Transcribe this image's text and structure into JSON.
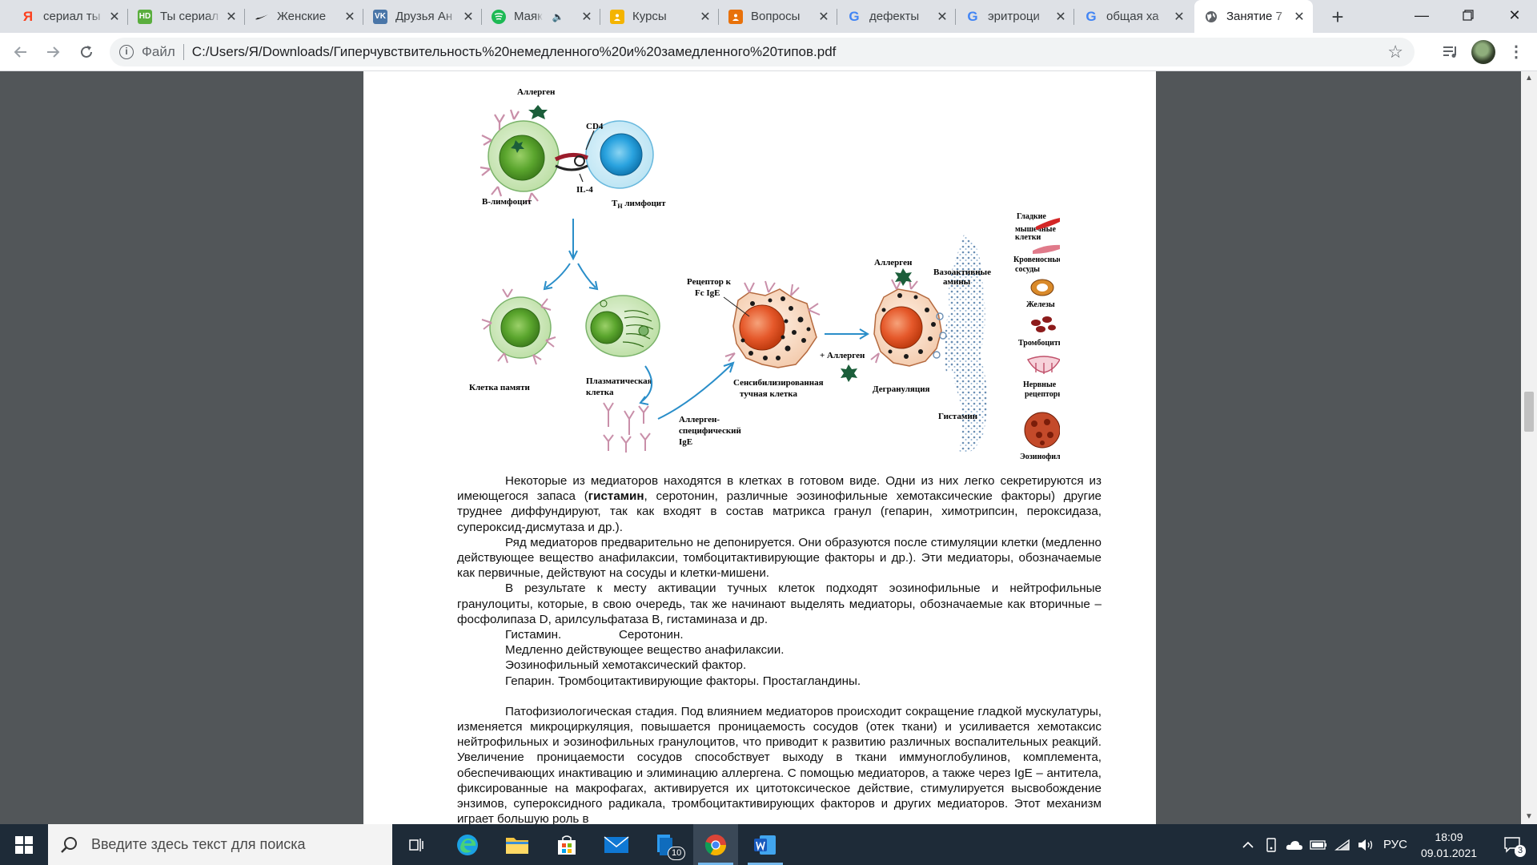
{
  "browser": {
    "tabs": [
      {
        "title": "сериал ты",
        "icon": "yandex-icon",
        "color": "#fc3f1d"
      },
      {
        "title": "Ты сериал",
        "icon": "hd-icon",
        "color": "#5aae3e"
      },
      {
        "title": "Женские",
        "icon": "swoosh-icon",
        "color": "#222222"
      },
      {
        "title": "Друзья Ан",
        "icon": "vk-icon",
        "color": "#4a76a8"
      },
      {
        "title": "Маяк",
        "icon": "spotify-icon",
        "color": "#1db954"
      },
      {
        "title": "Курсы",
        "icon": "classroom-icon",
        "color": "#f4b400"
      },
      {
        "title": "Вопросы",
        "icon": "forms-icon",
        "color": "#e8710a"
      },
      {
        "title": "дефекты",
        "icon": "google-icon",
        "color": "#4285f4"
      },
      {
        "title": "эритроци",
        "icon": "google-icon",
        "color": "#4285f4"
      },
      {
        "title": "общая ха",
        "icon": "google-icon",
        "color": "#4285f4"
      },
      {
        "title": "Занятие 7",
        "icon": "globe-icon",
        "color": "#5f6368"
      }
    ],
    "active_tab": 10,
    "new_tab_label": "+",
    "address": {
      "scheme_label": "Файл",
      "url": "C:/Users/Я/Downloads/Гиперчувствительность%20немедленного%20и%20замедленного%20типов.pdf"
    }
  },
  "figure": {
    "labels": {
      "allergen_top": "Аллерген",
      "cd4": "CD4",
      "il4": "IL-4",
      "b_lymph": "В-лимфоцит",
      "th_lymph_main": "T",
      "th_lymph_sub": "H",
      "th_lymph_tail": " лимфоцит",
      "memory_cell": "Клетка памяти",
      "plasma_cell_1": "Плазматическая",
      "plasma_cell_2": "клетка",
      "receptor_1": "Рецептор к",
      "receptor_2": "Fc  IgE",
      "sensitized_1": "Сенсибилизированная",
      "sensitized_2": "тучная клетка",
      "plus_allergen": "+ Аллерген",
      "allergen_mid": "Аллерген",
      "degranulation": "Дегрануляция",
      "vasoactive_1": "Вазоактивные",
      "vasoactive_2": "амины",
      "histamine": "Гистамин",
      "ige_1": "Аллерген-",
      "ige_2": "специфический",
      "ige_3": "IgE",
      "smooth_1": "Гладкие",
      "smooth_2": "мышечные",
      "smooth_3": "клетки",
      "vessels_1": "Кровеносные",
      "vessels_2": "сосуды",
      "glands": "Железы",
      "platelets": "Тромбоциты",
      "nerves_1": "Нервные",
      "nerves_2": "рецепторы",
      "eosinophils": "Эозинофилы"
    }
  },
  "document": {
    "p1_a": "Некоторые из медиаторов находятся в клетках в готовом виде. Одни из них легко секретируются из имеющегося запаса (",
    "p1_bold": "гистамин",
    "p1_b": ", серотонин, различные эозинофильные хемотаксические факторы)  другие труднее диффундируют, так как входят в состав матрикса гранул (гепарин, химотрипсин, пероксидаза, супероксид-дисмутаза и др.).",
    "p2": "Ряд медиаторов предварительно не депонируется. Они образуются после стимуляции клетки (медленно действующее вещество анафилаксии, томбоцитактивирующие факторы и др.).  Эти медиаторы, обозначаемые как первичные, действуют на сосуды и клетки-мишени.",
    "p3": "В результате к месту активации тучных клеток подходят эозинофильные и нейтрофильные гранулоциты, которые, в свою очередь, так же  начинают выделять медиаторы, обозначаемые как вторичные – фосфолипаза D, арилсульфатаза В, гистаминаза и др.",
    "list": [
      "Гистамин.                 Серотонин.",
      "Медленно действующее вещество анафилаксии.",
      "Эозинофильный хемотаксический фактор.",
      "Гепарин. Тромбоцитактивирующие факторы.  Простагландины."
    ],
    "p4": "Патофизиологическая стадия. Под влиянием медиаторов происходит сокращение гладкой мускулатуры, изменяется микроциркуляция, повышается проницаемость сосудов (отек ткани) и усиливается хемотаксис нейтрофильных и эозинофильных гранулоцитов, что приводит к развитию различных воспалительных реакций. Увеличение  проницаемости сосудов  способствует выходу в ткани иммуноглобулинов, комплемента, обеспечивающих инактивацию и элиминацию аллергена. С помощью медиаторов, а также через IgE – антитела, фиксированные на макрофагах, активируется их цитотоксическое действие, стимулируется высвобождение энзимов, супероксидного радикала, тромбоцитактивирующих факторов и других медиаторов. Этот механизм играет большую роль в"
  },
  "taskbar": {
    "search_placeholder": "Введите здесь текст для поиска",
    "notes_badge": "10",
    "language": "РУС",
    "time": "18:09",
    "date": "09.01.2021",
    "notifications": "3"
  }
}
